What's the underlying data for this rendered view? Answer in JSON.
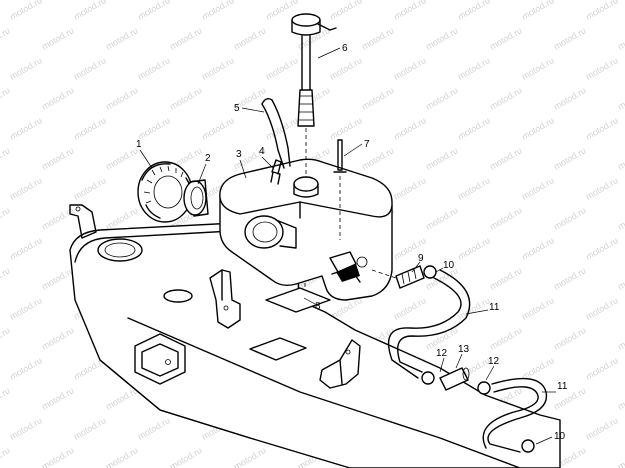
{
  "watermark": {
    "text": "motod.ru",
    "color": "#d4d4d4"
  },
  "callouts": {
    "n1": "1",
    "n2": "2",
    "n3": "3",
    "n4": "4",
    "n5": "5",
    "n6": "6",
    "n7": "7",
    "n8": "8",
    "n9": "9",
    "n10a": "10",
    "n10b": "10",
    "n11a": "11",
    "n11b": "11",
    "n12a": "12",
    "n12b": "12",
    "n13": "13"
  }
}
